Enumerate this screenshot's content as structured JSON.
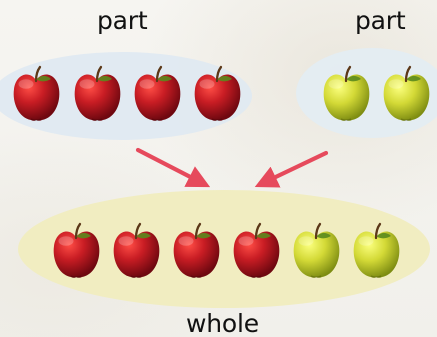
{
  "labels": {
    "part_left": "part",
    "part_right": "part",
    "whole": "whole"
  },
  "parts": [
    {
      "apple_color": "red",
      "count": 4
    },
    {
      "apple_color": "green",
      "count": 2
    }
  ],
  "whole": {
    "apple_colors": [
      "red",
      "red",
      "red",
      "red",
      "green",
      "green"
    ]
  },
  "colors": {
    "red_apple": "#b4141d",
    "green_apple": "#d4dc3a",
    "arrow": "#e64a5c",
    "part_oval": "#dfe9f2",
    "whole_oval": "#f1edc1"
  }
}
